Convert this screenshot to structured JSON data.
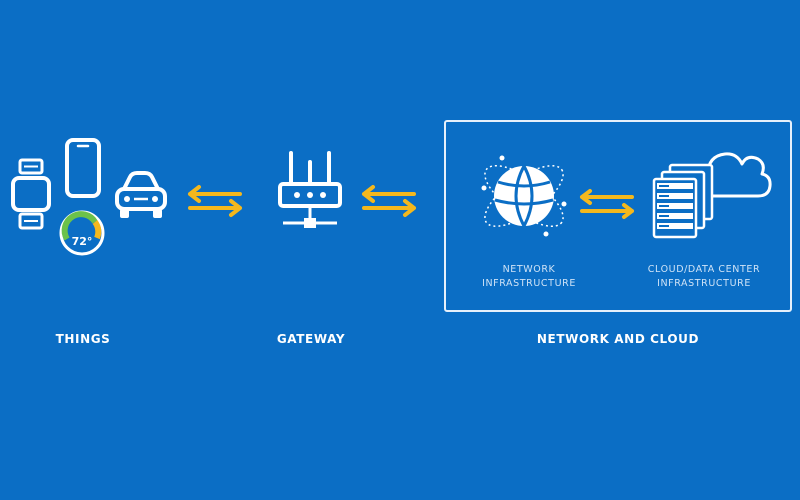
{
  "colors": {
    "background": "#0b6ec5",
    "arrow": "#f4b81d",
    "icon": "#ffffff",
    "thermostat_gauge": "#6cc24a"
  },
  "sections": {
    "things": {
      "label": "THINGS"
    },
    "gateway": {
      "label": "GATEWAY"
    },
    "network_cloud": {
      "label": "NETWORK AND CLOUD"
    }
  },
  "network_infrastructure": {
    "line1": "NETWORK",
    "line2": "INFRASTRUCTURE"
  },
  "cloud_infrastructure": {
    "line1": "CLOUD/DATA CENTER",
    "line2": "INFRASTRUCTURE"
  },
  "thermostat": {
    "reading": "72°"
  },
  "icons": [
    "smartwatch-icon",
    "smartphone-icon",
    "car-icon",
    "thermostat-icon",
    "router-icon",
    "globe-icon",
    "server-stack-icon",
    "cloud-icon",
    "bidirectional-arrow-icon"
  ]
}
